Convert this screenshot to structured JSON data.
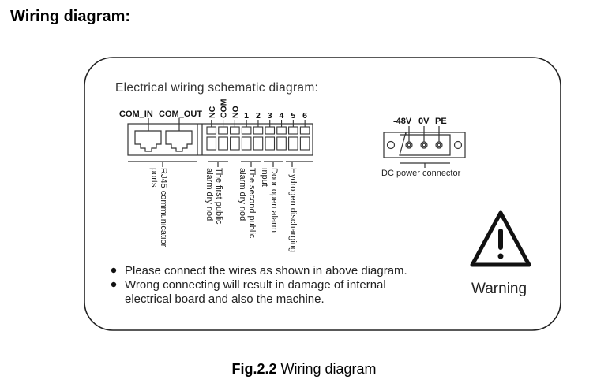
{
  "heading": "Wiring diagram:",
  "figure": {
    "title": "Electrical wiring schematic diagram:",
    "rj45_labels": [
      "COM_IN",
      "COM_OUT"
    ],
    "terminal_labels": [
      "NC",
      "COM",
      "NO",
      "1",
      "2",
      "3",
      "4",
      "5",
      "6"
    ],
    "callouts": {
      "rj45": [
        "RJ45 communicatior",
        "ports"
      ],
      "first_alarm": [
        "The first public",
        "alarm dry nod"
      ],
      "second_alarm": [
        "The second public",
        "alarm dry nod"
      ],
      "door": [
        "Door open alarm",
        "input"
      ],
      "hydrogen": [
        "Hydrogen discharging"
      ]
    },
    "dc_connector": {
      "pins": [
        "-48V",
        "0V",
        "PE"
      ],
      "label": "DC power connector"
    },
    "notes": [
      "Please connect the wires as shown in above diagram.",
      "Wrong connecting will result in damage of internal",
      "electrical board and also the machine."
    ],
    "warning_label": "Warning"
  },
  "caption": {
    "prefix": "Fig.2.2",
    "text": " Wiring diagram"
  }
}
